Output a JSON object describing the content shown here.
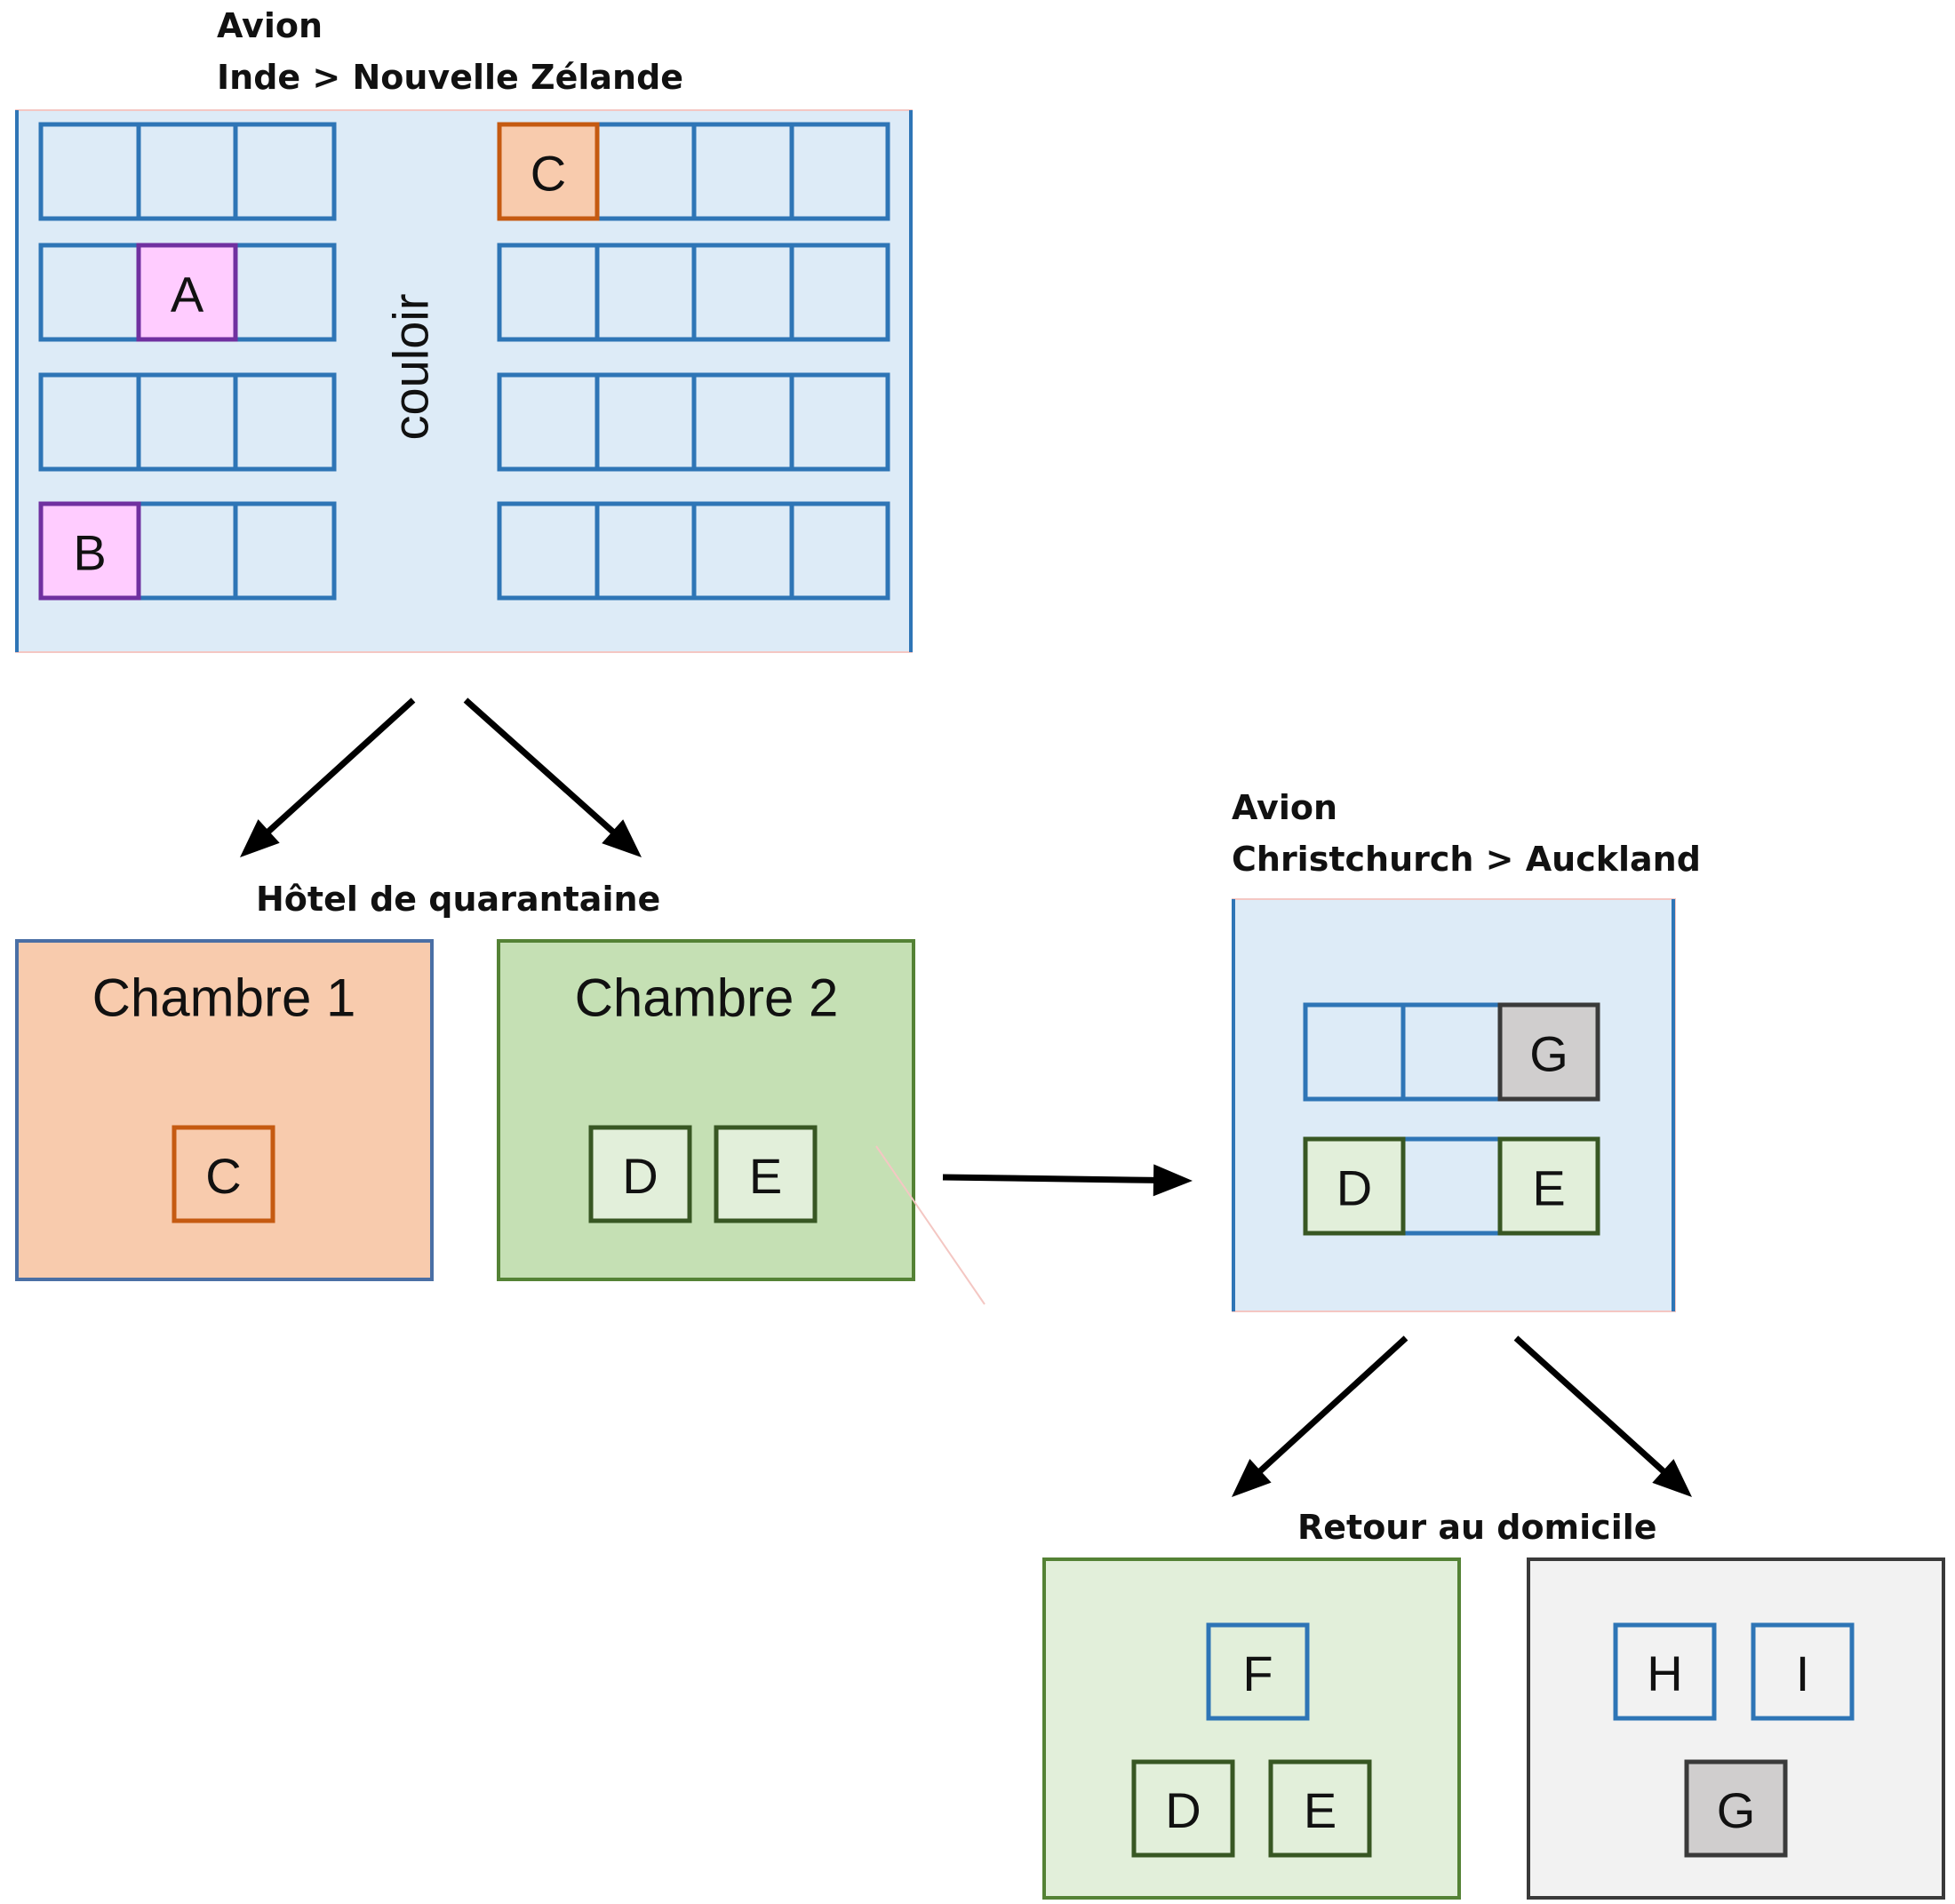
{
  "plane1": {
    "title": "Avion",
    "route": "Inde > Nouvelle Zélande",
    "aisle_label": "couloir",
    "passengers": [
      {
        "id": "A",
        "row": 2,
        "side": "left",
        "seat": 2,
        "group": "purple"
      },
      {
        "id": "B",
        "row": 4,
        "side": "left",
        "seat": 1,
        "group": "purple"
      },
      {
        "id": "C",
        "row": 1,
        "side": "right",
        "seat": 1,
        "group": "orange"
      }
    ]
  },
  "hotel": {
    "label": "Hôtel de quarantaine",
    "rooms": [
      {
        "name": "Chambre 1",
        "occupants": [
          "C"
        ]
      },
      {
        "name": "Chambre 2",
        "occupants": [
          "D",
          "E"
        ]
      }
    ]
  },
  "plane2": {
    "title": "Avion",
    "route": "Christchurch > Auckland",
    "passengers": [
      {
        "id": "G",
        "row": 1,
        "seat": 3,
        "group": "gray"
      },
      {
        "id": "D",
        "row": 2,
        "seat": 1,
        "group": "green"
      },
      {
        "id": "E",
        "row": 2,
        "seat": 3,
        "group": "green"
      }
    ]
  },
  "home": {
    "label": "Retour au domicile",
    "houses": [
      {
        "top": [
          "F"
        ],
        "bottom": [
          "D",
          "E"
        ]
      },
      {
        "top": [
          "H",
          "I"
        ],
        "bottom": [
          "G"
        ]
      }
    ]
  },
  "colors": {
    "seat_stroke": "#2e75b6",
    "plane_fill": "#ddebf7",
    "orange_fill": "#f8cbad",
    "orange_stroke": "#c55a11",
    "purple_fill": "#ffccff",
    "purple_stroke": "#7030a0",
    "green_fill": "#e2efda",
    "green_stroke": "#385723",
    "room2_fill": "#c5e0b4",
    "gray_fill": "#d0cece",
    "gray_stroke": "#3a3a3a",
    "house2_fill": "#f2f2f2"
  }
}
